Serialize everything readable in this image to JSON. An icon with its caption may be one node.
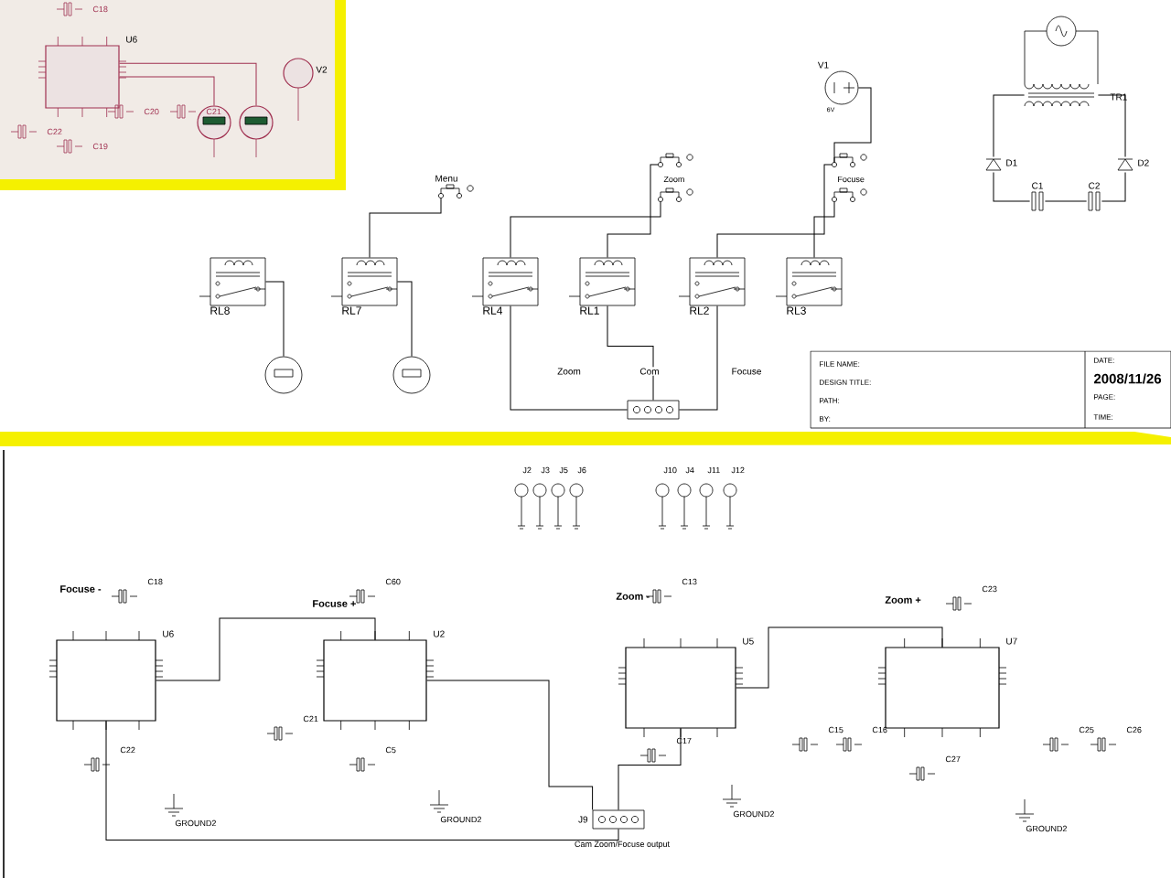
{
  "diagram": {
    "nodes": [
      {
        "text": [
          "U6"
        ]
      },
      {
        "text": [
          "V2"
        ]
      },
      {
        "text": [],
        "shape": "circle"
      },
      {
        "text": [],
        "shape": "circle"
      },
      {
        "text": [
          "Menu"
        ]
      },
      {
        "text": [],
        "shape": "switch"
      },
      {
        "text": [],
        "shape": "switch"
      },
      {
        "text": [],
        "shape": "switch"
      },
      {
        "text": [],
        "shape": "switch"
      },
      {
        "text": [
          "V1",
          "6V"
        ]
      },
      {
        "text": [
          "TR1"
        ]
      },
      {
        "text": [
          "D1"
        ]
      },
      {
        "text": [
          "D2"
        ]
      },
      {
        "text": [
          "C1"
        ]
      },
      {
        "text": [
          "C2"
        ]
      },
      {
        "text": [
          "RL8"
        ]
      },
      {
        "text": [
          "RL7"
        ]
      },
      {
        "text": [
          "RL4"
        ]
      },
      {
        "text": [
          "RL1"
        ]
      },
      {
        "text": [
          "RL2"
        ]
      },
      {
        "text": [
          "RL3"
        ]
      },
      {
        "text": [],
        "shape": "circle"
      },
      {
        "text": [],
        "shape": "circle"
      },
      {
        "text": [],
        "shape": "box"
      },
      {
        "text": [
          "FILE NAME:",
          "DESIGN TITLE:",
          "PATH:",
          "BY:",
          "DATE:",
          "2008/11/26",
          "PAGE:",
          "TIME:"
        ]
      },
      {
        "text": [
          "U6"
        ]
      },
      {
        "text": [
          "U2"
        ]
      },
      {
        "text": [
          "U5"
        ]
      },
      {
        "text": [
          "U7"
        ]
      },
      {
        "text": [
          "J9"
        ],
        "beside": [
          "Cam Zoom/Focuse output"
        ]
      }
    ],
    "edges": [
      {
        "from": 4,
        "to": 16,
        "arrow": "none"
      },
      {
        "from": 5,
        "to": 18,
        "arrow": "none"
      },
      {
        "from": 6,
        "to": 17,
        "arrow": "none"
      },
      {
        "from": 7,
        "to": 19,
        "arrow": "none"
      },
      {
        "from": 8,
        "to": 20,
        "arrow": "none"
      },
      {
        "from": 9,
        "to": 7,
        "arrow": "none"
      },
      {
        "from": 10,
        "to": 11,
        "arrow": "none"
      },
      {
        "from": 10,
        "to": 12,
        "arrow": "none"
      },
      {
        "from": 11,
        "to": 13,
        "arrow": "none"
      },
      {
        "from": 13,
        "to": 14,
        "arrow": "none"
      },
      {
        "from": 14,
        "to": 12,
        "arrow": "none"
      },
      {
        "from": 15,
        "to": 21,
        "arrow": "none"
      },
      {
        "from": 16,
        "to": 22,
        "arrow": "none"
      },
      {
        "from": 17,
        "to": 23,
        "arrow": "none",
        "label": "Zoom"
      },
      {
        "from": 19,
        "to": 23,
        "arrow": "none",
        "label": "Focuse"
      },
      {
        "from": 18,
        "to": 23,
        "arrow": "none",
        "label": "Com"
      },
      {
        "from": 0,
        "to": 2,
        "arrow": "none",
        "color": "#a03050"
      },
      {
        "from": 0,
        "to": 3,
        "arrow": "none",
        "color": "#a03050"
      },
      {
        "from": 26,
        "to": 25,
        "arrow": "none"
      },
      {
        "from": 26,
        "to": 29,
        "arrow": "none"
      },
      {
        "from": 27,
        "to": 29,
        "arrow": "none"
      },
      {
        "from": 28,
        "to": 27,
        "arrow": "none"
      },
      {
        "from": 25,
        "to": 29,
        "arrow": "none"
      }
    ],
    "labels": [
      "Zoom",
      "Focuse",
      "C18",
      "C22",
      "C19",
      "C20",
      "C21",
      "J2",
      "J3",
      "J5",
      "J6",
      "J10",
      "J4",
      "J11",
      "J12",
      "Focuse -",
      "Focuse +",
      "Zoom -",
      "Zoom +",
      "C18",
      "C22",
      "C60",
      "C21",
      "C5",
      "C13",
      "C17",
      "C15",
      "C16",
      "C23",
      "C27",
      "C25",
      "C26",
      "GROUND2",
      "GROUND2",
      "GROUND2",
      "GROUND2"
    ]
  }
}
